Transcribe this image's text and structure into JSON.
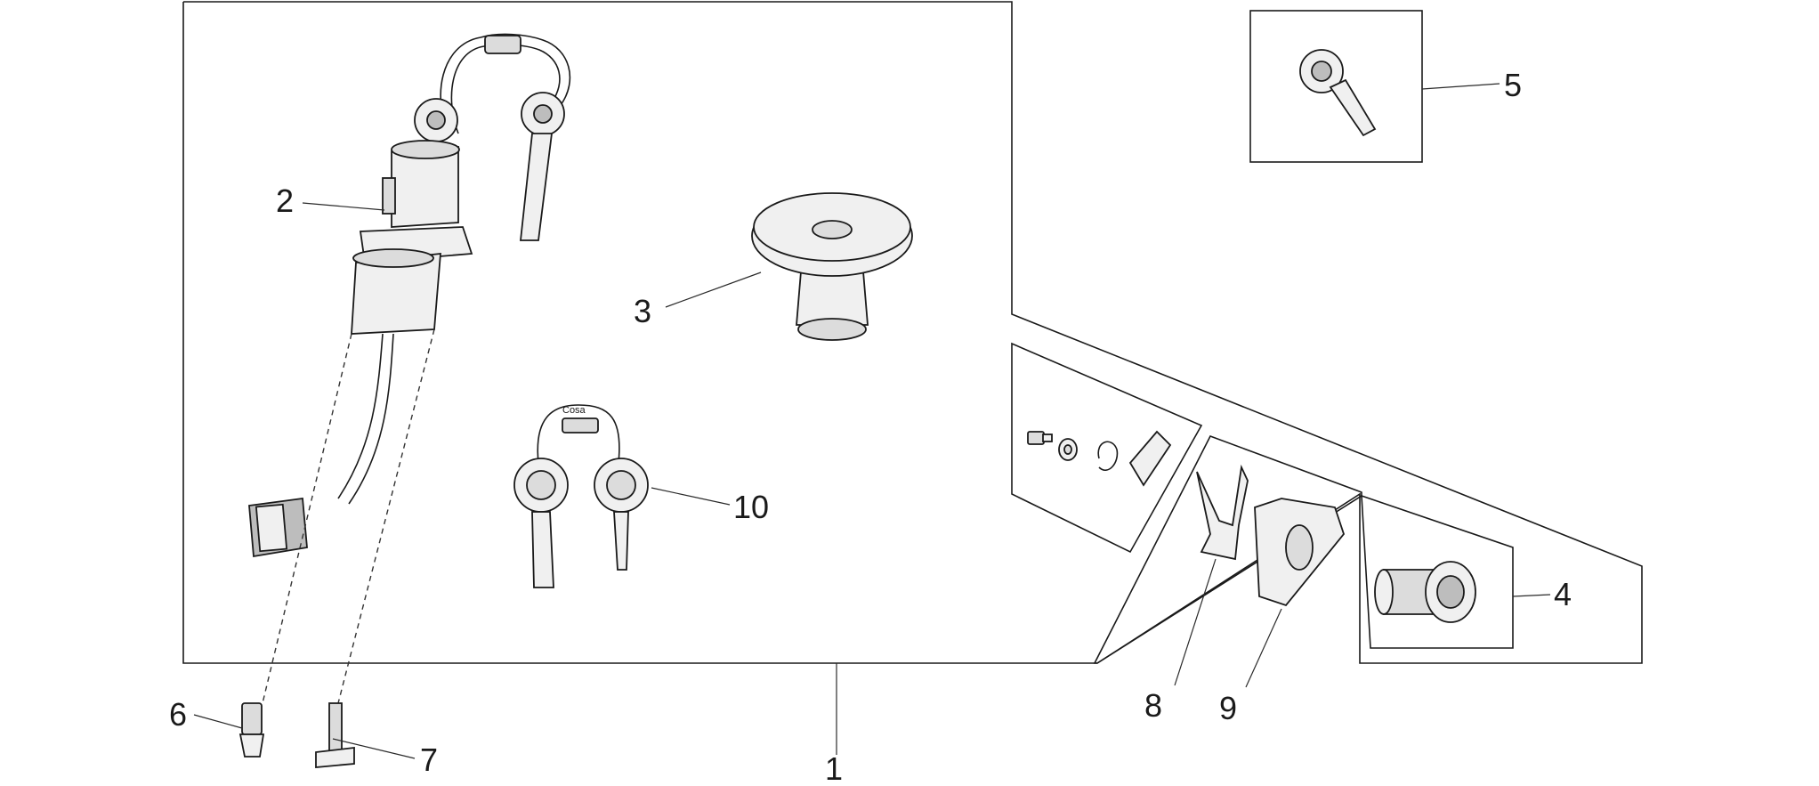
{
  "diagram": {
    "callouts": [
      {
        "id": "1",
        "label": "1"
      },
      {
        "id": "2",
        "label": "2"
      },
      {
        "id": "3",
        "label": "3"
      },
      {
        "id": "4",
        "label": "4"
      },
      {
        "id": "5",
        "label": "5"
      },
      {
        "id": "6",
        "label": "6"
      },
      {
        "id": "7",
        "label": "7"
      },
      {
        "id": "8",
        "label": "8"
      },
      {
        "id": "9",
        "label": "9"
      },
      {
        "id": "10",
        "label": "10"
      }
    ],
    "key_tag_text": "Cosa"
  }
}
